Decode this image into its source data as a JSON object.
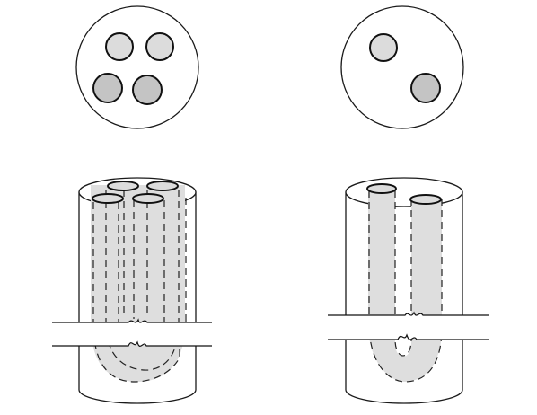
{
  "figure": {
    "panels": [
      {
        "id": "left",
        "cross_section_circles": 4,
        "circle_fills": [
          "#dcdcdc",
          "#dcdcdc",
          "#c4c4c4",
          "#c4c4c4"
        ],
        "cylinder_tubes": 4
      },
      {
        "id": "right",
        "cross_section_circles": 2,
        "circle_fills": [
          "#dcdcdc",
          "#c4c4c4"
        ],
        "cylinder_tubes": 2
      }
    ],
    "colors": {
      "background": "#ffffff",
      "outline": "#1a1a1a",
      "tube_light": "#dcdcdc",
      "tube_dark": "#c4c4c4",
      "tube_fill": "#dedede"
    }
  }
}
